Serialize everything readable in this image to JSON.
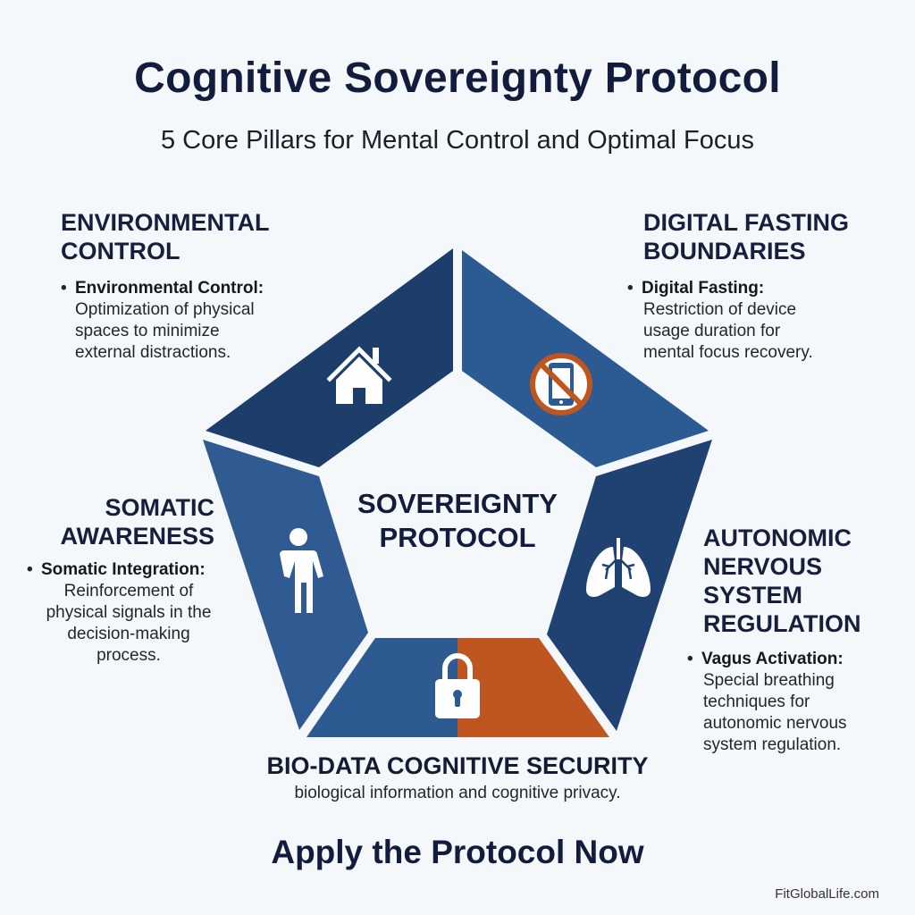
{
  "header": {
    "title": "Cognitive Sovereignty Protocol",
    "subtitle": "5 Core Pillars for Mental Control and Optimal Focus"
  },
  "center": {
    "line1": "SOVEREIGNTY",
    "line2": "PROTOCOL"
  },
  "pillars": [
    {
      "id": "environmental-control",
      "heading_lines": [
        "ENVIRONMENTAL",
        "CONTROL"
      ],
      "bullet_lead": "Environmental Control:",
      "body_lines": [
        "Optimization of physical",
        "spaces to minimize",
        "external distractions."
      ],
      "icon": "house-icon",
      "color": "#1d3d6b"
    },
    {
      "id": "digital-fasting",
      "heading_lines": [
        "DIGITAL FASTING",
        "BOUNDARIES"
      ],
      "bullet_lead": "Digital Fasting:",
      "body_lines": [
        "Restriction of device",
        "usage duration for",
        "mental focus recovery."
      ],
      "icon": "no-phone-icon",
      "color": "#2c5a92"
    },
    {
      "id": "autonomic-regulation",
      "heading_lines": [
        "AUTONOMIC",
        "NERVOUS",
        "SYSTEM",
        "REGULATION"
      ],
      "bullet_lead": "Vagus Activation:",
      "body_lines": [
        "Special breathing",
        "techniques for",
        "autonomic nervous",
        "system regulation."
      ],
      "icon": "lungs-icon",
      "color": "#1f4272"
    },
    {
      "id": "bio-data-security",
      "heading": "BIO-DATA COGNITIVE SECURITY",
      "body": "biological information and cognitive privacy.",
      "icon": "lock-icon",
      "color_left": "#2e5a92",
      "color_right": "#c0561f"
    },
    {
      "id": "somatic-awareness",
      "heading_lines": [
        "SOMATIC",
        "AWARENESS"
      ],
      "bullet_lead": "Somatic Integration:",
      "body_lines": [
        "Reinforcement of",
        "physical signals in the",
        "decision-making",
        "process."
      ],
      "icon": "person-icon",
      "color": "#2f5b92"
    }
  ],
  "cta": {
    "label": "Apply the Protocol Now"
  },
  "footer": {
    "watermark": "FitGlobalLife.com"
  },
  "colors": {
    "navy": "#1d3d6b",
    "blue": "#2c5a92",
    "orange": "#c0561f",
    "text_dark": "#121d3d",
    "background": "#f5f8fb"
  }
}
